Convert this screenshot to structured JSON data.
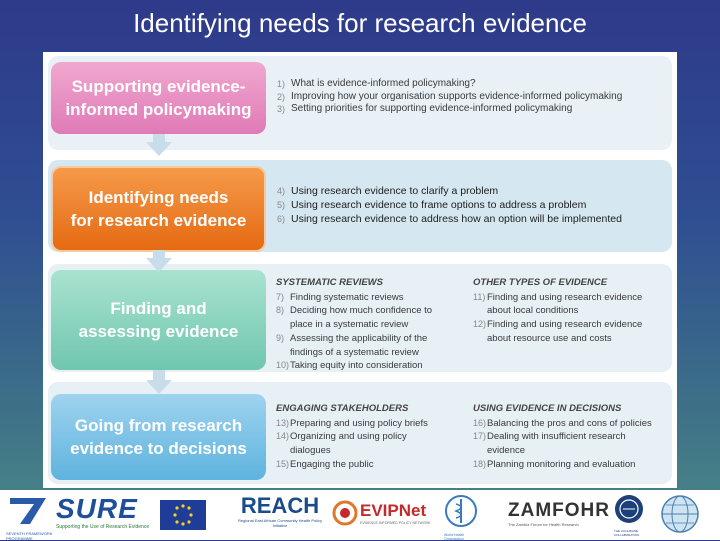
{
  "slide": {
    "title": "Identifying needs for research evidence"
  },
  "steps": [
    {
      "label": "Supporting evidence-\ninformed policymaking"
    },
    {
      "label": "Identifying needs\nfor research evidence"
    },
    {
      "label": "Finding and\nassessing evidence"
    },
    {
      "label": "Going from research\nevidence to decisions"
    }
  ],
  "step1_items": [
    {
      "n": "1)",
      "t": "What is evidence-informed policymaking?"
    },
    {
      "n": "2)",
      "t": "Improving how your organisation supports evidence-informed policymaking"
    },
    {
      "n": "3)",
      "t": "Setting priorities for supporting evidence-informed policymaking"
    }
  ],
  "step2_items": [
    {
      "n": "4)",
      "t": "Using research evidence to clarify a problem"
    },
    {
      "n": "5)",
      "t": "Using research evidence to frame options to address a problem"
    },
    {
      "n": "6)",
      "t": "Using research evidence to address how an option will be implemented"
    }
  ],
  "step3": {
    "left_head": "SYSTEMATIC REVIEWS",
    "left": [
      {
        "n": "7)",
        "t": "Finding systematic reviews"
      },
      {
        "n": "8)",
        "t": "Deciding how much confidence to"
      },
      {
        "n": "",
        "t": "place in a systematic review"
      },
      {
        "n": "9)",
        "t": "Assessing the applicability of the"
      },
      {
        "n": "",
        "t": "findings of a systematic review"
      },
      {
        "n": "10)",
        "t": "Taking equity into consideration"
      }
    ],
    "right_head": "OTHER TYPES OF EVIDENCE",
    "right": [
      {
        "n": "11)",
        "t": "Finding and using research evidence"
      },
      {
        "n": "",
        "t": "about local conditions"
      },
      {
        "n": "12)",
        "t": "Finding and using research evidence"
      },
      {
        "n": "",
        "t": "about resource use and costs"
      }
    ]
  },
  "step4": {
    "left_head": "ENGAGING STAKEHOLDERS",
    "left": [
      {
        "n": "13)",
        "t": "Preparing and using policy briefs"
      },
      {
        "n": "14)",
        "t": "Organizing and using policy"
      },
      {
        "n": "",
        "t": "dialogues"
      },
      {
        "n": "15)",
        "t": "Engaging the public"
      }
    ],
    "right_head": "USING EVIDENCE IN DECISIONS",
    "right": [
      {
        "n": "16)",
        "t": "Balancing the pros and cons of policies"
      },
      {
        "n": "17)",
        "t": "Dealing with insufficient research"
      },
      {
        "n": "",
        "t": "evidence"
      },
      {
        "n": "18)",
        "t": "Planning monitoring and evaluation"
      }
    ]
  },
  "logos": {
    "sure": "SURE",
    "sure_tag": "Supporting the Use of Research Evidence",
    "seventh": "SEVENTH FRAMEWORK PROGRAMME",
    "reach": "REACH",
    "reach_tag": "Regional East African Community Health Policy Initiative",
    "evipnet": "EVIPNet",
    "evipnet_tag": "EVIDENCE-INFORMED POLICY NETWORK",
    "who_tag": "World Health Organization",
    "zamfohr": "ZAMFOHR",
    "zamfohr_tag": "The Zambia Forum for Health Research",
    "cochrane_tag": "THE COCHRANE COLLABORATION"
  },
  "colors": {
    "step1": "#e07ab6",
    "step2": "#e56a12",
    "step3": "#70c6b0",
    "step4": "#5eb3df"
  }
}
